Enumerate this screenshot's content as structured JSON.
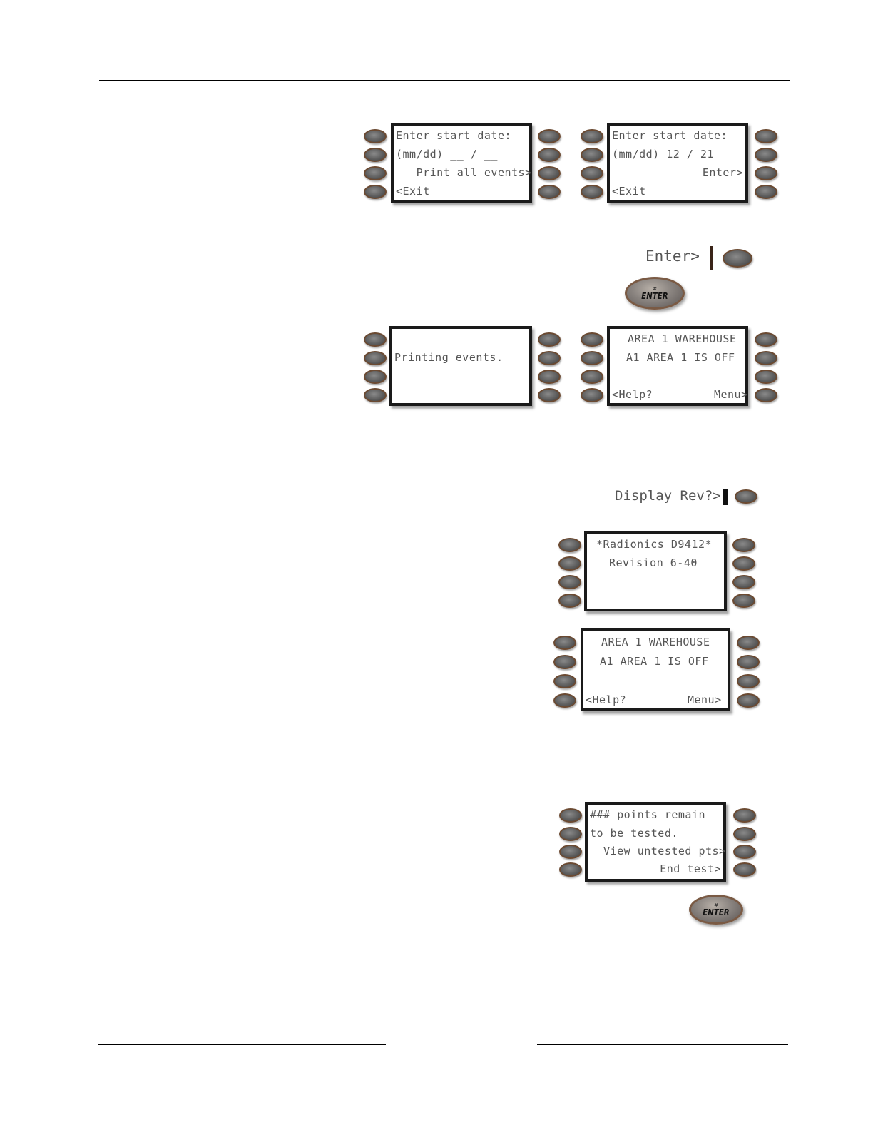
{
  "keypads": [
    {
      "id": "start-date-blank",
      "lines": [
        "Enter start date:",
        "(mm/dd) __ / __",
        "   Print all events>",
        "<Exit"
      ]
    },
    {
      "id": "start-date-filled",
      "lines": [
        "Enter start date:",
        "(mm/dd) 12 / 21",
        "Enter>",
        "<Exit"
      ]
    },
    {
      "id": "printing-events",
      "lines": [
        "",
        "Printing events.",
        "",
        ""
      ]
    },
    {
      "id": "idle-area-1",
      "lines": [
        "AREA 1 WAREHOUSE",
        "A1 AREA 1 IS OFF",
        "",
        "<Help?         Menu>"
      ]
    },
    {
      "id": "display-revision",
      "lines": [
        "*Radionics D9412*",
        "Revision 6-40",
        "",
        ""
      ]
    },
    {
      "id": "idle-area-2",
      "lines": [
        "AREA 1 WAREHOUSE",
        "A1 AREA 1 IS OFF",
        "",
        "<Help?         Menu>"
      ]
    },
    {
      "id": "walk-test",
      "lines": [
        "### points remain",
        "to be tested.",
        "  View untested pts>",
        "End test>"
      ]
    }
  ],
  "callouts": {
    "enter_softkey": "Enter>",
    "display_rev_softkey": "Display Rev?>"
  },
  "enter_key": {
    "number": "#",
    "label": "ENTER"
  }
}
